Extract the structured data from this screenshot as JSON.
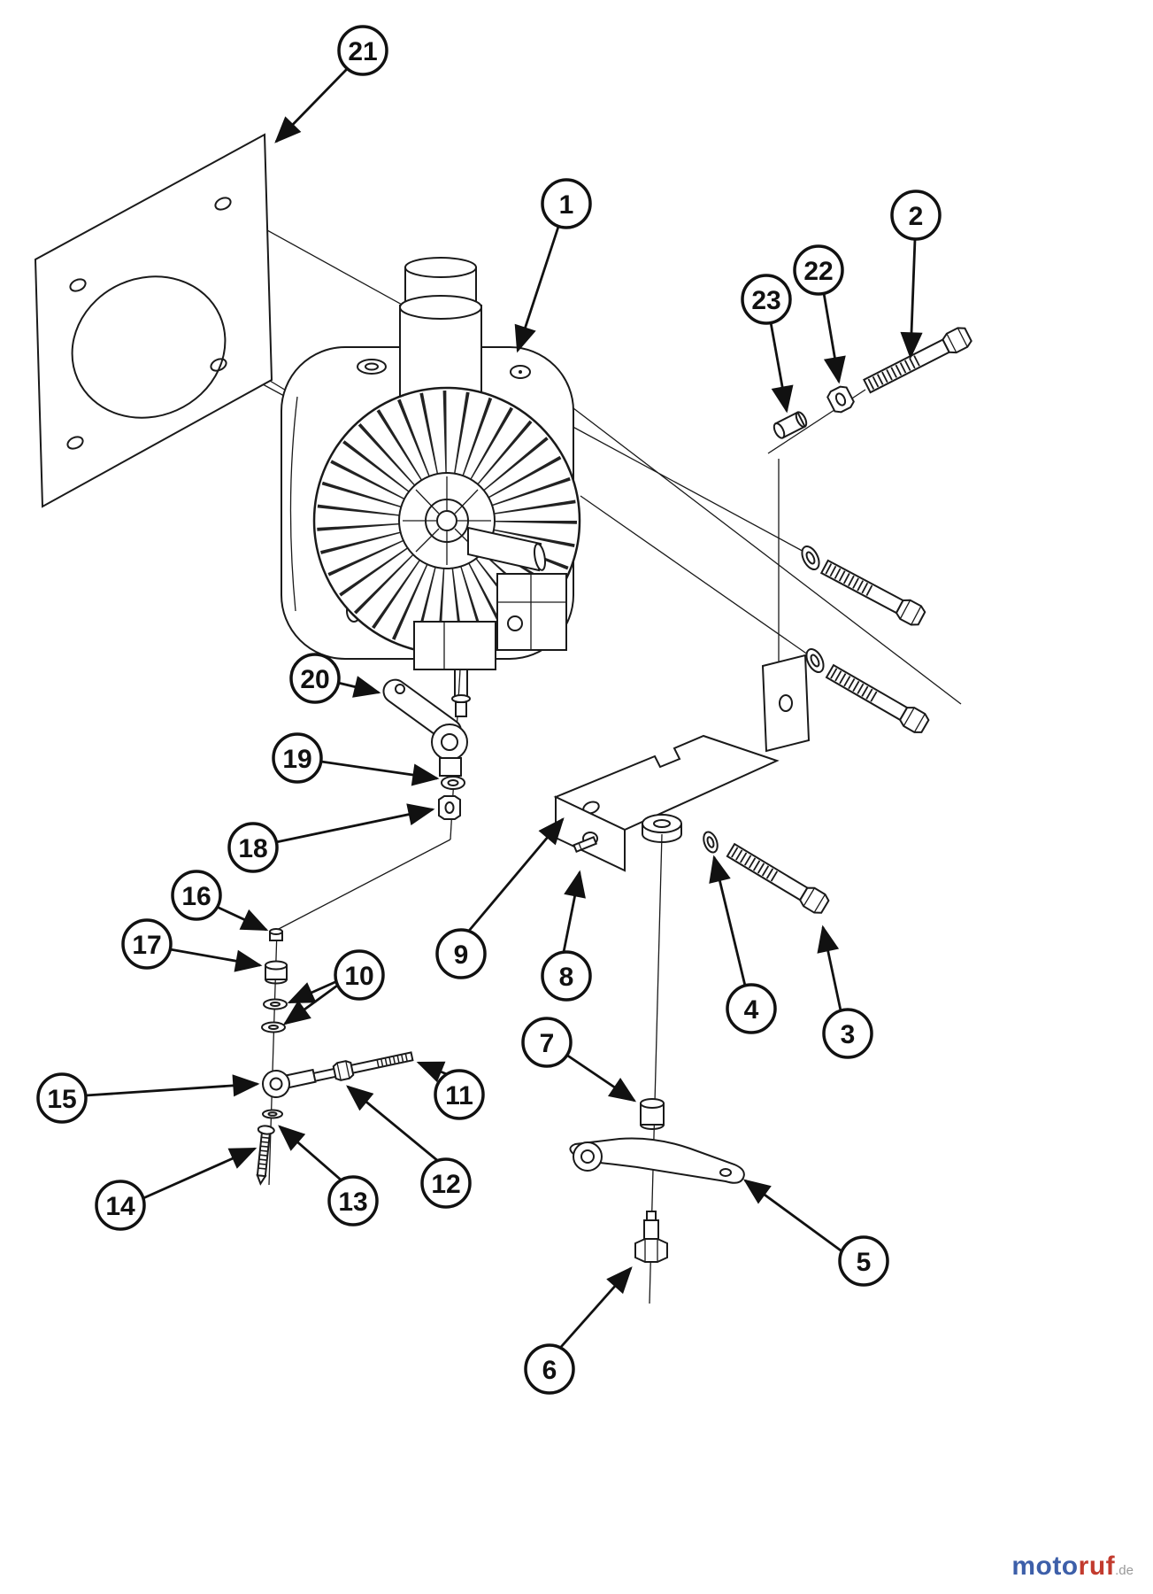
{
  "page": {
    "background_color": "#ffffff",
    "ink_color": "#1a1a1a"
  },
  "callouts": [
    {
      "label": "21"
    },
    {
      "label": "1"
    },
    {
      "label": "2"
    },
    {
      "label": "22"
    },
    {
      "label": "23"
    },
    {
      "label": "20"
    },
    {
      "label": "19"
    },
    {
      "label": "18"
    },
    {
      "label": "16"
    },
    {
      "label": "17"
    },
    {
      "label": "10"
    },
    {
      "label": "9"
    },
    {
      "label": "8"
    },
    {
      "label": "4"
    },
    {
      "label": "3"
    },
    {
      "label": "7"
    },
    {
      "label": "11"
    },
    {
      "label": "15"
    },
    {
      "label": "12"
    },
    {
      "label": "13"
    },
    {
      "label": "14"
    },
    {
      "label": "5"
    },
    {
      "label": "6"
    }
  ],
  "watermark": {
    "seg_moto": "moto",
    "seg_ruf": "ruf",
    "seg_domain": ".de",
    "color_blue": "#3d5fa9",
    "color_red": "#c23b2e",
    "color_domain": "#999999"
  }
}
